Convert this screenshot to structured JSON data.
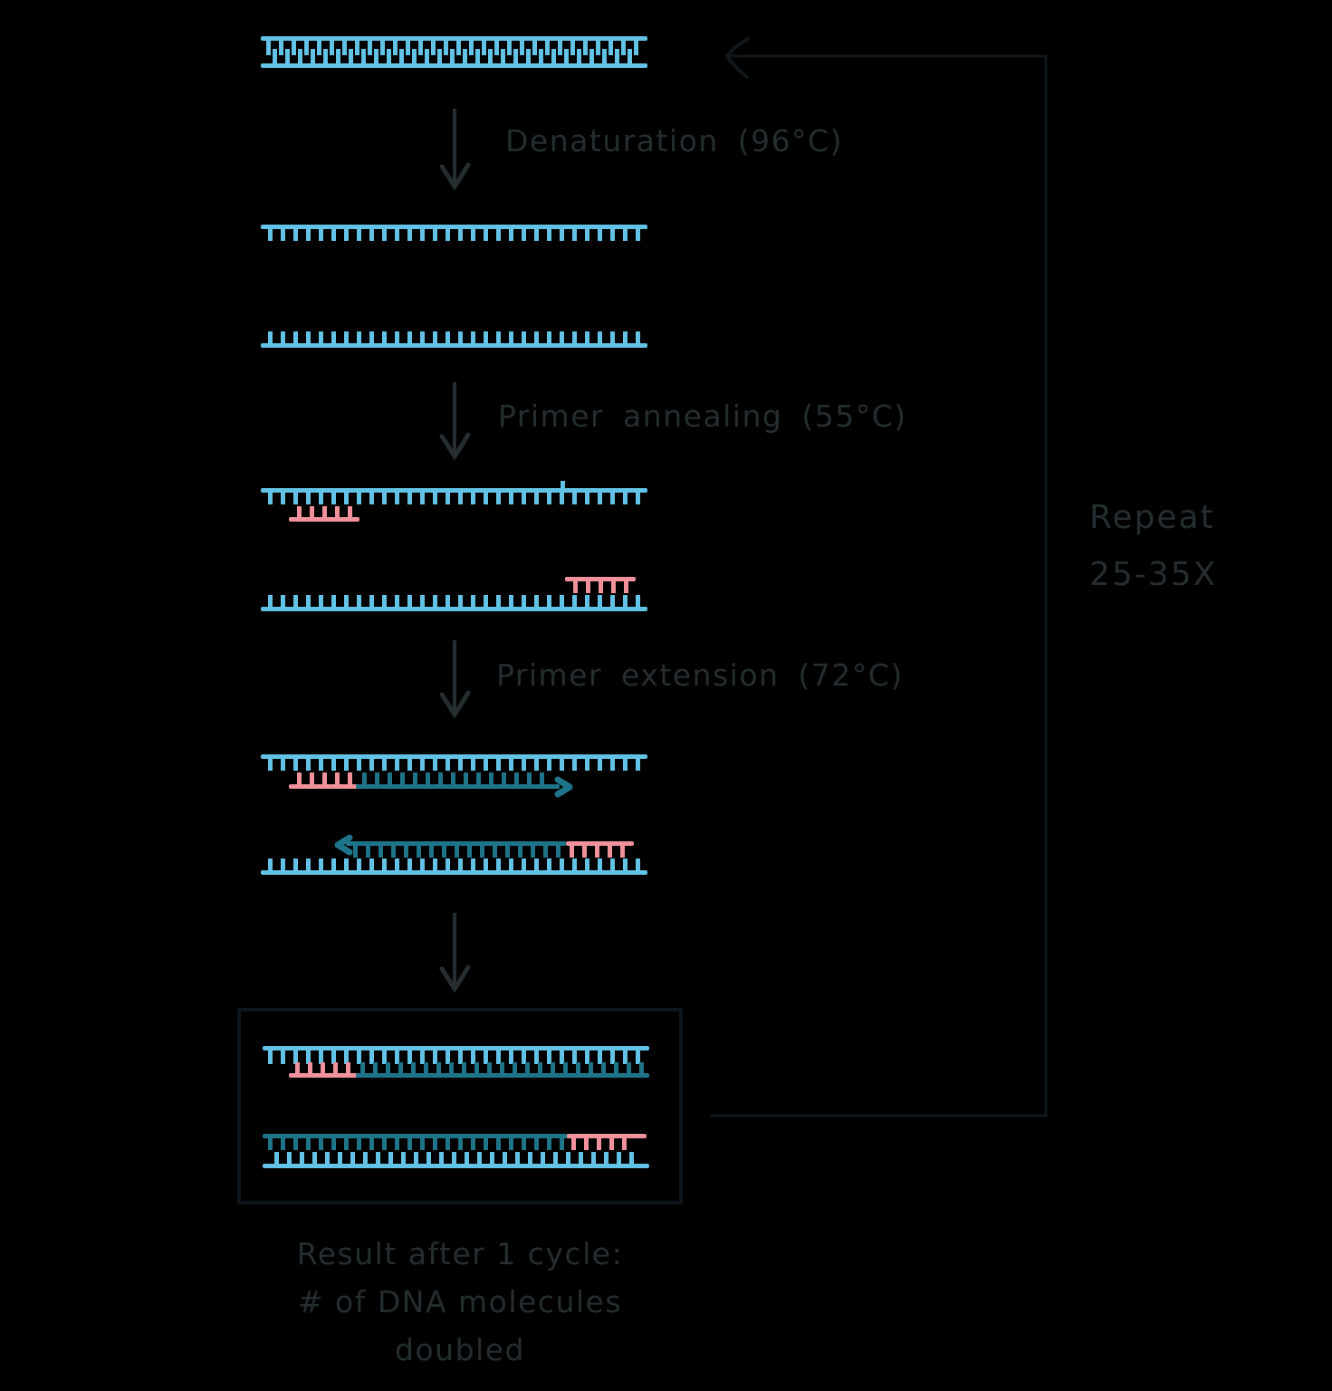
{
  "diagram": {
    "steps": [
      {
        "id": "denaturation",
        "label": "Denaturation (96°C)"
      },
      {
        "id": "annealing",
        "label": "Primer annealing (55°C)"
      },
      {
        "id": "extension",
        "label": "Primer extension (72°C)"
      }
    ],
    "repeat": {
      "line1": "Repeat",
      "line2": "25-35X"
    },
    "result_caption": {
      "line1": "Result after 1 cycle:",
      "line2": "# of DNA molecules",
      "line3": "doubled"
    }
  },
  "colors": {
    "background": "#000000",
    "template": "#63c3e6",
    "primer": "#f0919b",
    "newstrand": "#1e7589",
    "text": "#262d30",
    "arrow": "#262d30",
    "loop": "#10171b",
    "boxborder": "#0c161c"
  }
}
